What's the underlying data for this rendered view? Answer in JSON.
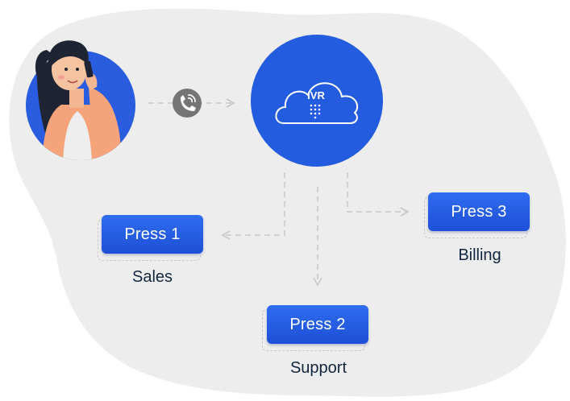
{
  "colors": {
    "blob": "#ededed",
    "primary_blue": "#2563eb",
    "dark_blue": "#1e3fa8",
    "button_blue": "#2a62ea",
    "label_text": "#13263f",
    "dashed_line": "#c8c8c8",
    "phone_badge": "#757575"
  },
  "icons": {
    "caller": "woman-on-phone-illustration",
    "call": "phone-ringing-icon",
    "ivr": "ivr-cloud-icon"
  },
  "ivr": {
    "label": "IVR"
  },
  "options": [
    {
      "button": "Press 1",
      "department": "Sales"
    },
    {
      "button": "Press 2",
      "department": "Support"
    },
    {
      "button": "Press 3",
      "department": "Billing"
    }
  ]
}
